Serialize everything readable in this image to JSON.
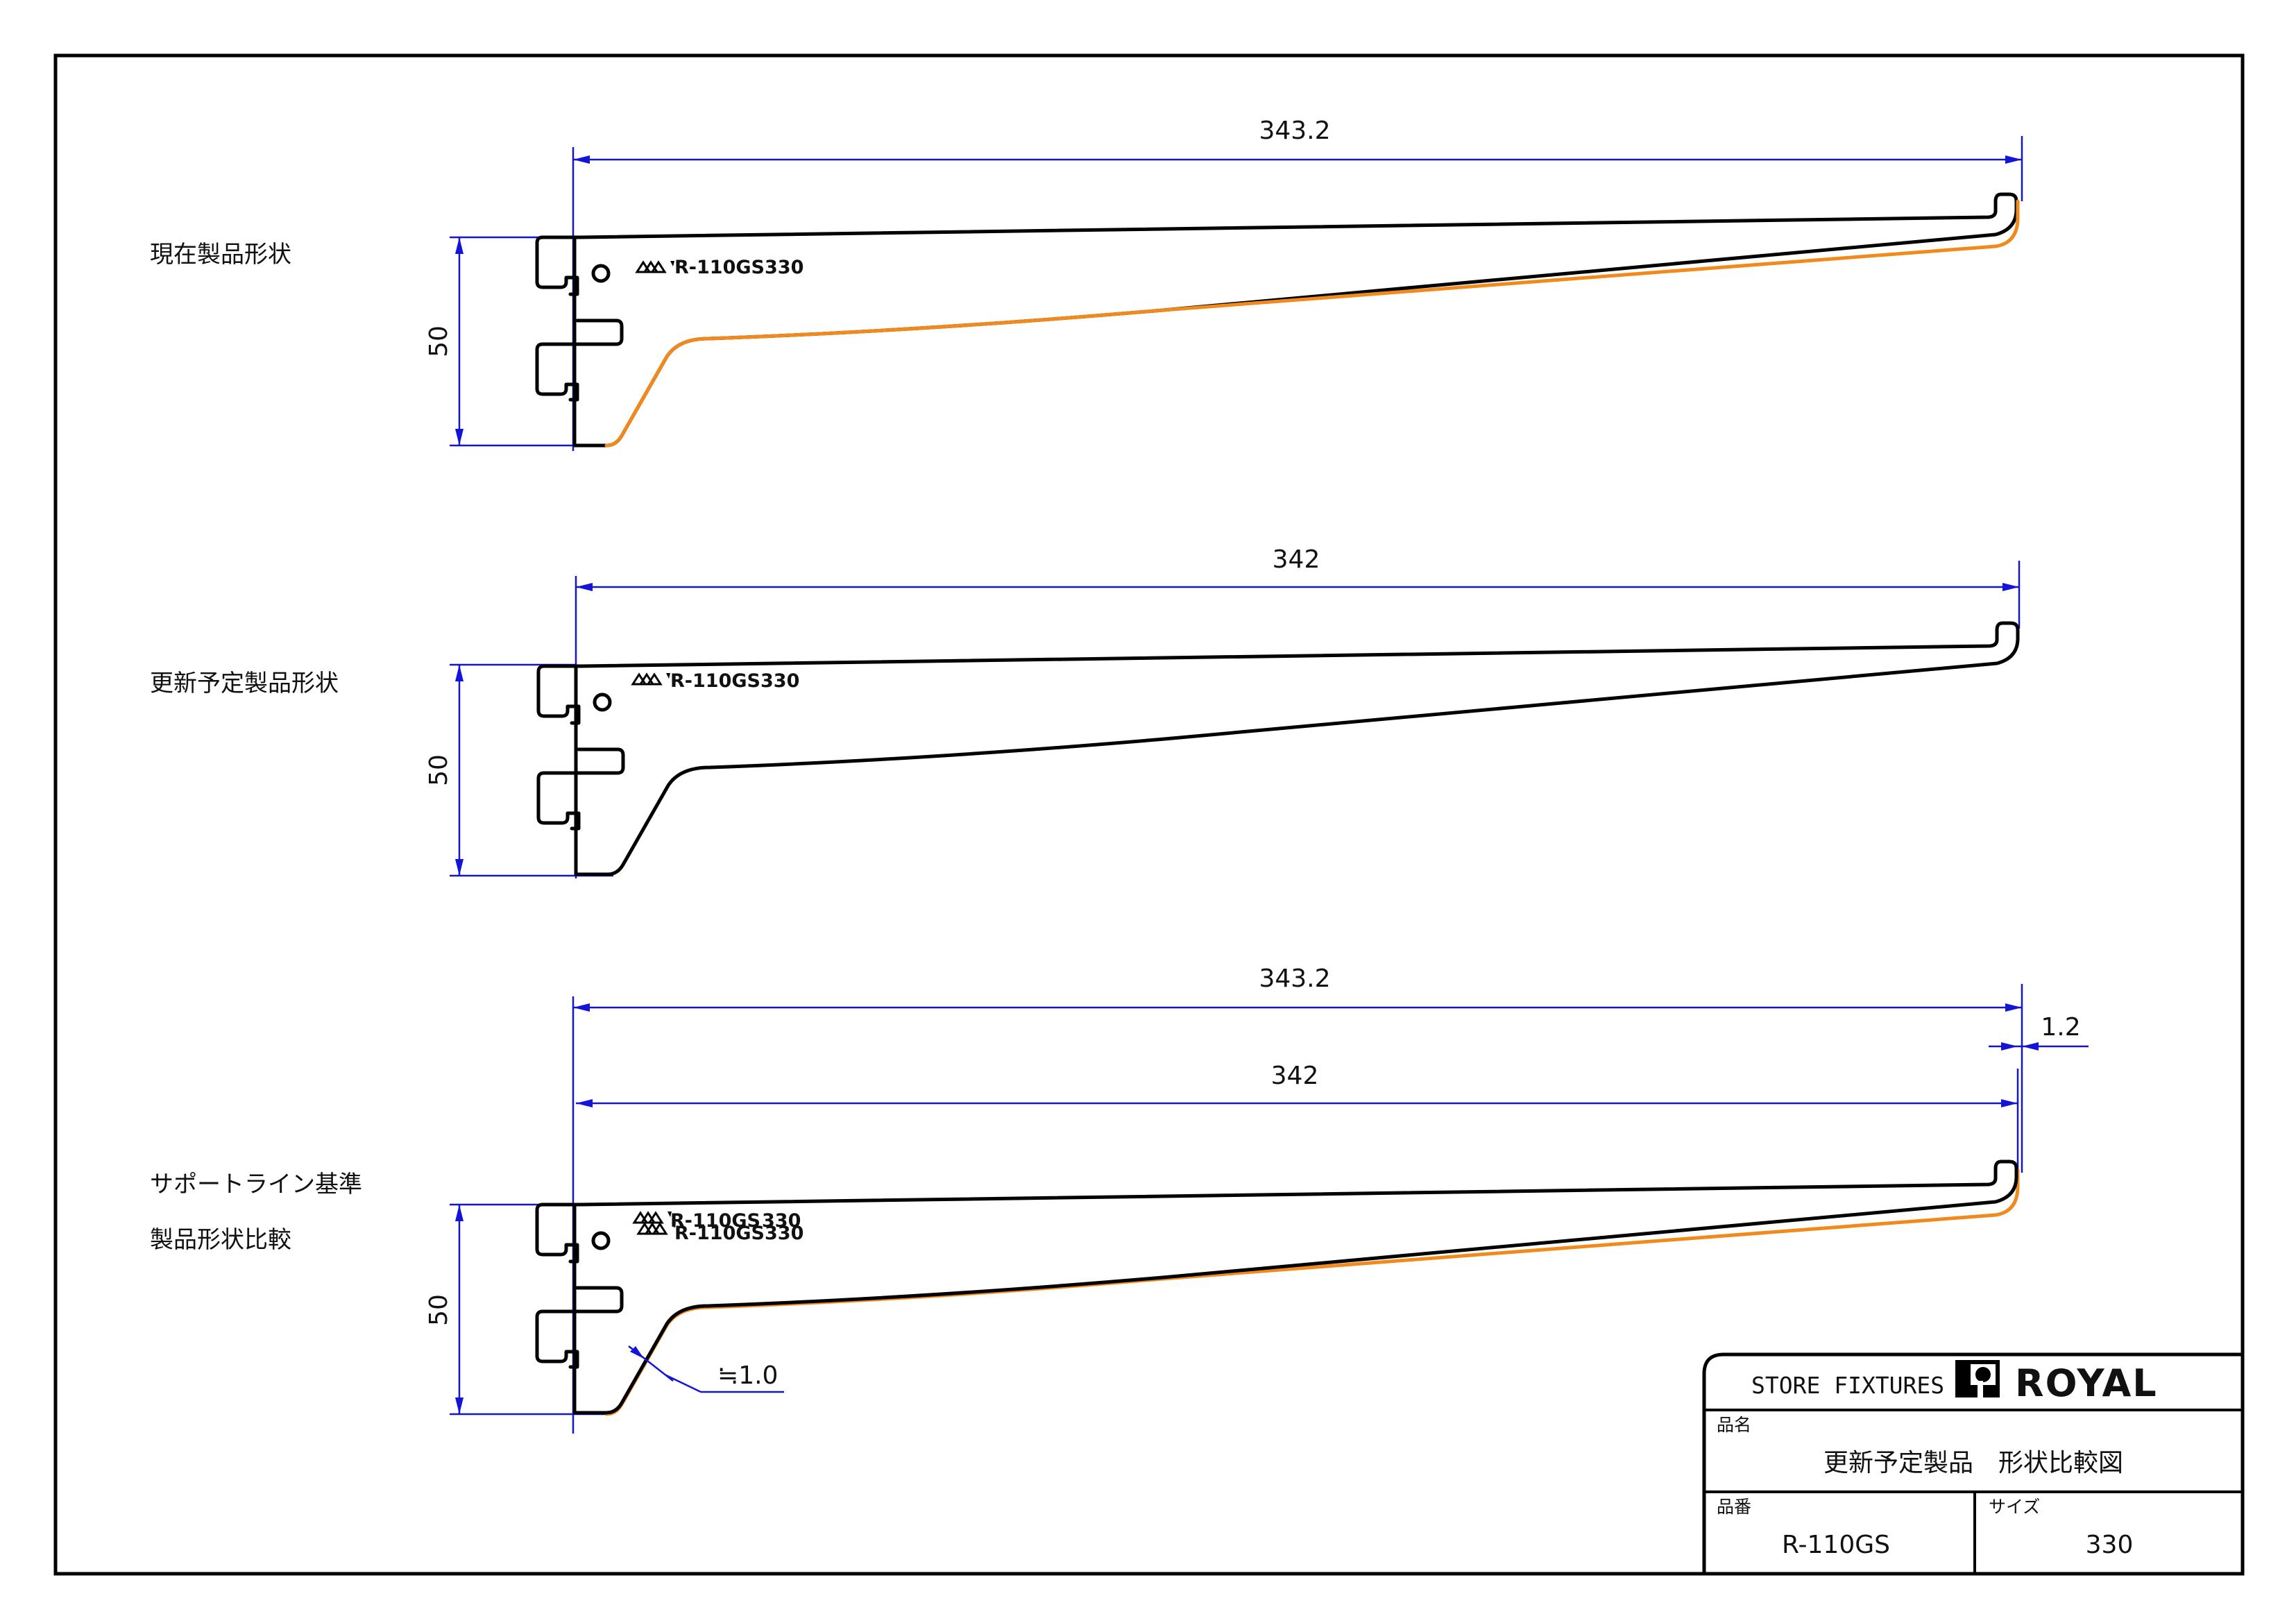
{
  "drawings": [
    {
      "title": "現在製品形状",
      "title_lines": [
        "現在製品形状"
      ],
      "length_dim": "343.2",
      "height_dim": "50",
      "stamp": "R-110GS",
      "stamp_size": "330"
    },
    {
      "title": "更新予定製品形状",
      "title_lines": [
        "更新予定製品形状"
      ],
      "length_dim": "342",
      "height_dim": "50",
      "stamp": "R-110GS",
      "stamp_size": "330"
    },
    {
      "title": "サポートライン基準 製品形状比較",
      "title_lines": [
        "サポートライン基準",
        "製品形状比較"
      ],
      "length_dim_outer": "343.2",
      "length_dim_inner": "342",
      "offset_dim": "1.2",
      "thickness_dim": "≒1.0",
      "height_dim": "50",
      "stamp": "R-110GS",
      "stamp_size": "330"
    }
  ],
  "title_block": {
    "store_fixtures": "STORE FIXTURES",
    "brand": "ROYAL",
    "product_name_label": "品名",
    "product_name": "更新予定製品　形状比較図",
    "part_no_label": "品番",
    "part_no": "R-110GS",
    "size_label": "サイズ",
    "size": "330"
  },
  "colors": {
    "outline": "#000000",
    "highlight": "#f08a1c",
    "dimension": "#1414d8"
  }
}
